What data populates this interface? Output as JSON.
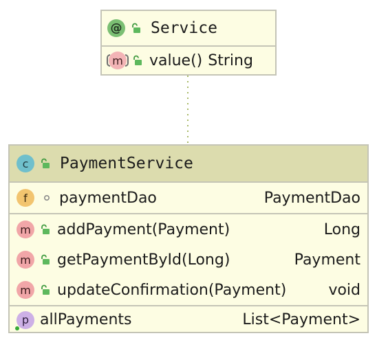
{
  "interface": {
    "icon": "@",
    "name": "Service",
    "methods": [
      {
        "icon": "m",
        "name": "value()",
        "type": "String"
      }
    ]
  },
  "class": {
    "icon": "c",
    "name": "PaymentService",
    "fields": [
      {
        "icon": "f",
        "name": "paymentDao",
        "type": "PaymentDao"
      }
    ],
    "methods": [
      {
        "icon": "m",
        "name": "addPayment(Payment)",
        "type": "Long"
      },
      {
        "icon": "m",
        "name": "getPaymentById(Long)",
        "type": "Payment"
      },
      {
        "icon": "m",
        "name": "updateConfirmation(Payment)",
        "type": "void"
      }
    ],
    "properties": [
      {
        "icon": "p",
        "name": "allPayments",
        "type": "List<Payment>"
      }
    ]
  },
  "colors": {
    "box_fill": "#fdfde3",
    "class_header": "#dcdcae",
    "border": "#c4c4b6",
    "connector": "#a8b866"
  }
}
